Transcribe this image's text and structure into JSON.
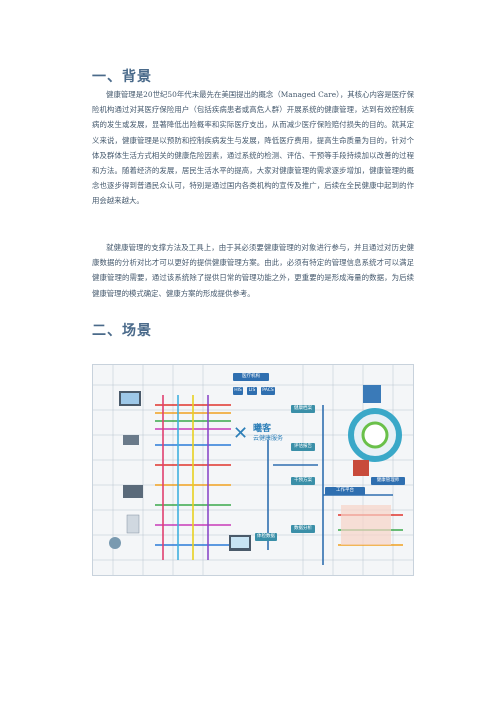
{
  "section1": {
    "heading": "一、背景",
    "para1": "健康管理是20世纪50年代末最先在美国提出的概念（Managed Care），其核心内容是医疗保险机构通过对其医疗保险用户（包括疾病患者或高危人群）开展系统的健康管理，达到有效控制疾病的发生或发展，显著降低出险概率和实际医疗支出，从而减少医疗保险赔付损失的目的。就其定义来说，健康管理是以预防和控制疾病发生与发展，降低医疗费用，提高生命质量为目的，针对个体及群体生活方式相关的健康危险因素，通过系统的检测、评估、干预等手段持续加以改善的过程和方法。随着经济的发展，居民生活水平的提高，大家对健康管理的需求逐步增加，健康管理的概念也逐步得到普通民众认可，特别是通过国内各类机构的宣传及推广，后续在全民健康中起到的作用会越来越大。",
    "para2": "就健康管理的支撑方法及工具上，由于其必须要健康管理的对象进行参与，并且通过对历史健康数据的分析对比才可以更好的提供健康管理方案。由此，必须有特定的管理信息系统才可以满足健康管理的需要，通过该系统除了提供日常的管理功能之外，更重要的是形成海量的数据，为后续健康管理的模式确定、健康方案的形成提供参考。"
  },
  "section2": {
    "heading": "二、场景",
    "diagram": {
      "top_box": "医疗机构",
      "systems": [
        "HIS",
        "LIS",
        "PACS"
      ],
      "brand_name": "曦客",
      "brand_sub": "云健康服务",
      "column_boxes": [
        "健康档案",
        "评估报告",
        "干预方案"
      ],
      "work_platform": "工作平台",
      "bottom_boxes": [
        "体检数据",
        "数据分析"
      ],
      "right_label": "健康管理师"
    }
  },
  "colors": {
    "heading": "#4a6a8a",
    "body_text": "#45596d",
    "diagram_blue": "#2f6fb0"
  }
}
